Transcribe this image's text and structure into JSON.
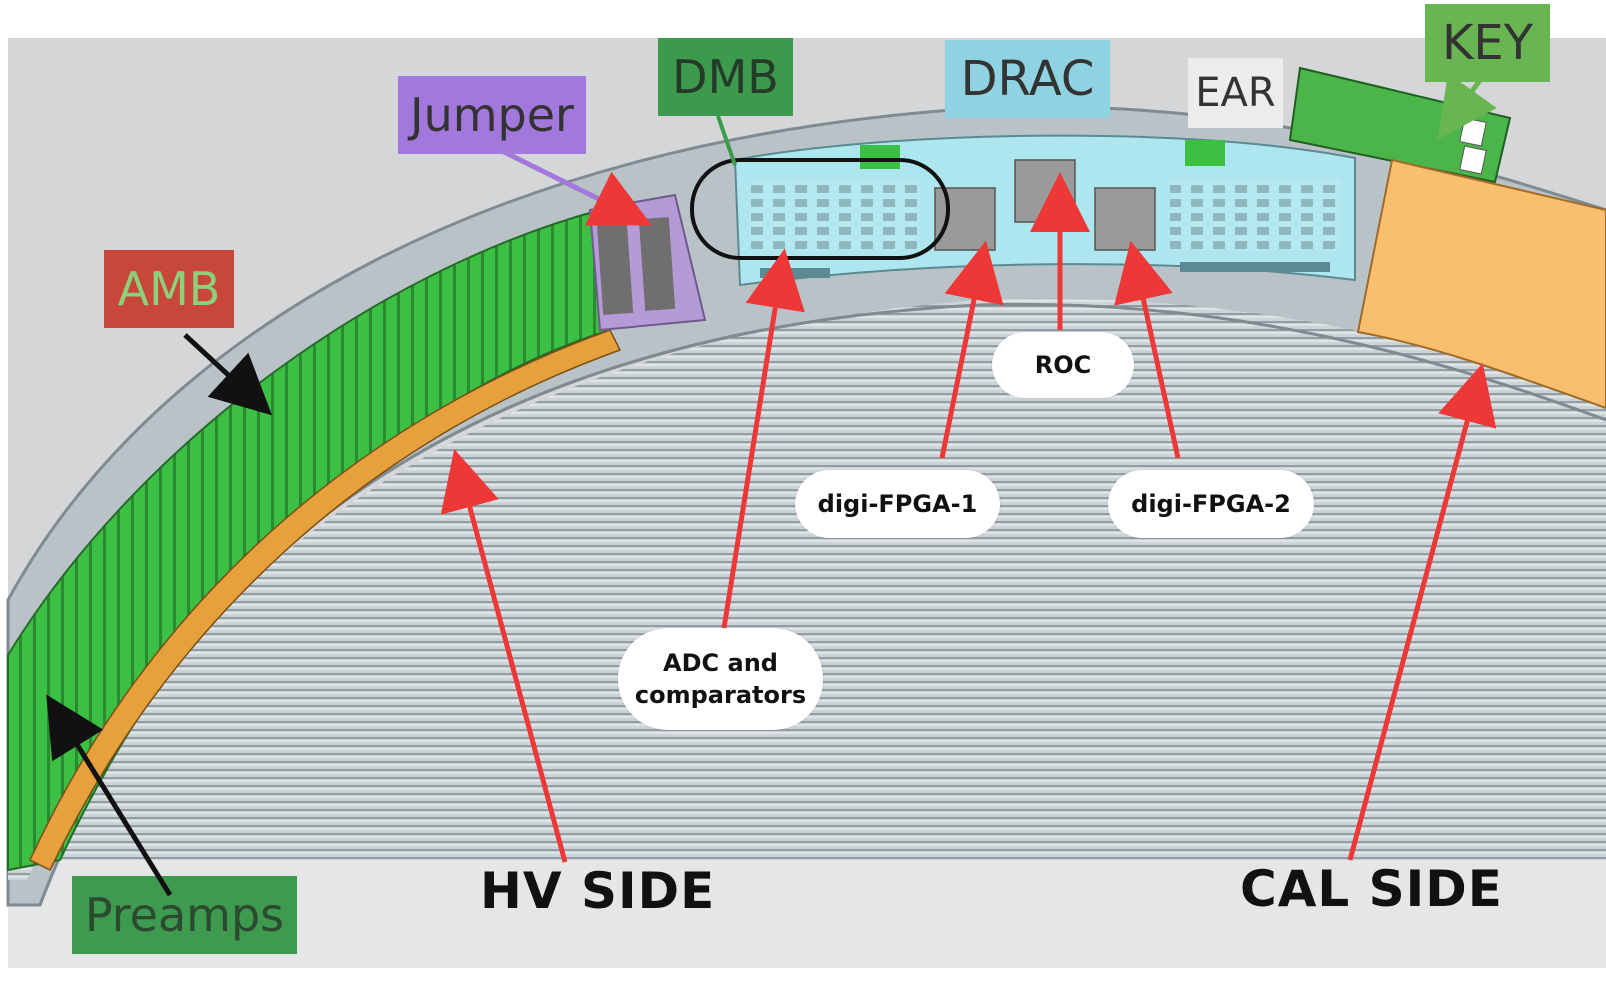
{
  "labels": {
    "key": "KEY",
    "drac": "DRAC",
    "dmb": "DMB",
    "ear": "EAR",
    "jumper": "Jumper",
    "amb": "AMB",
    "preamps": "Preamps"
  },
  "callouts": {
    "roc": "ROC",
    "digi_fpga_1": "digi-FPGA-1",
    "digi_fpga_2": "digi-FPGA-2",
    "adc_line1": "ADC and",
    "adc_line2": "comparators"
  },
  "sides": {
    "hv": "HV SIDE",
    "cal": "CAL SIDE"
  },
  "colors": {
    "background": "#d2d4d6",
    "frame": "#b9c3c7",
    "straws": "#c9d0d4",
    "amb_board": "#3cc043",
    "drac_board": "#aee6ef",
    "jumper_board": "#b49ad6",
    "cal_plate": "#f9bf6e",
    "arrow_red": "#ee3838",
    "key_green": "#69b552",
    "dmb_green": "#3c9a4c",
    "drac_label": "#8fd3e3",
    "amb_red": "#c8463a",
    "preamps_green": "#3e9a4e",
    "jumper_purple": "#a378dc"
  }
}
